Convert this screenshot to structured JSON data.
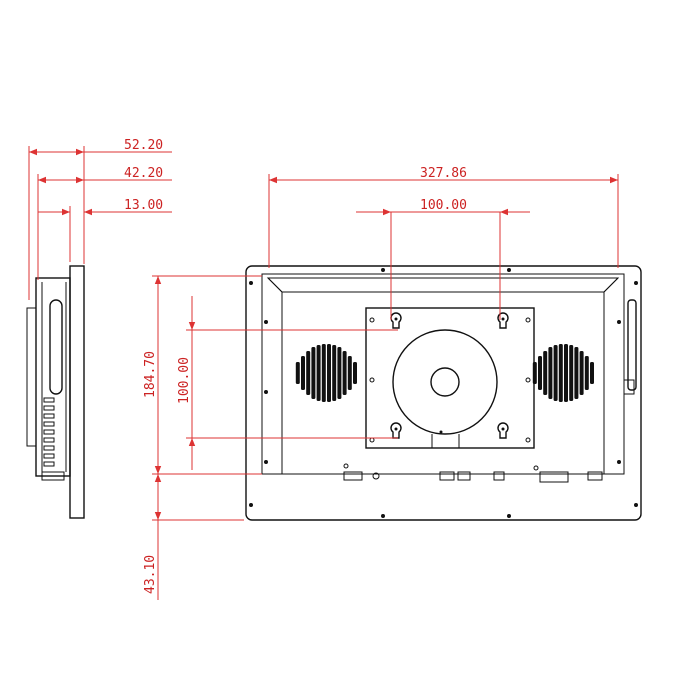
{
  "colors": {
    "dimension": "#dd3333",
    "outline": "#111111",
    "background": "#ffffff"
  },
  "dimensions": {
    "side_depth_total": "52.20",
    "side_depth_mid": "42.20",
    "side_depth_front": "13.00",
    "rear_width": "327.86",
    "vesa_horizontal": "100.00",
    "rear_height": "184.70",
    "vesa_vertical": "100.00",
    "bottom_offset": "43.10"
  }
}
